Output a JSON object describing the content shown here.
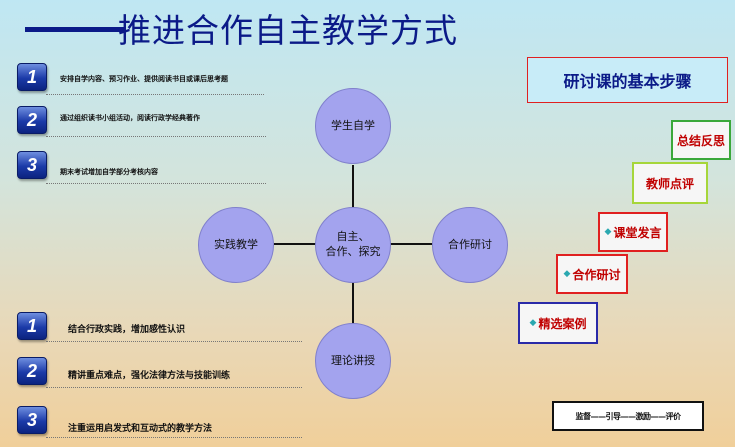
{
  "title": "推进合作自主教学方式",
  "top_list": [
    {
      "num": "1",
      "text": "安排自学内容、预习作业、提供阅读书目或课后思考题"
    },
    {
      "num": "2",
      "text": "通过组织读书小组活动，阅读行政学经典著作"
    },
    {
      "num": "3",
      "text": "期末考试增加自学部分考核内容"
    }
  ],
  "bottom_list": [
    {
      "num": "1",
      "text": "结合行政实践，增加感性认识"
    },
    {
      "num": "2",
      "text": "精讲重点难点，强化法律方法与技能训练"
    },
    {
      "num": "3",
      "text": "注重运用启发式和互动式的教学方法"
    }
  ],
  "diagram": {
    "center": "自主、\n合作、探究",
    "top": "学生自学",
    "left": "实践教学",
    "right": "合作研讨",
    "bottom": "理论讲授"
  },
  "steps": {
    "title": "研讨课的基本步骤",
    "items": [
      {
        "label": "总结反思",
        "diamond": false,
        "color": "#3aa83a"
      },
      {
        "label": "教师点评",
        "diamond": false,
        "color": "#a6d63a"
      },
      {
        "label": "课堂发言",
        "diamond": true,
        "color": "#e02020"
      },
      {
        "label": "合作研讨",
        "diamond": true,
        "color": "#e02020"
      },
      {
        "label": "精选案例",
        "diamond": true,
        "color": "#2a2aa8"
      }
    ],
    "diamond_glyph": "◆"
  },
  "bottom_box": "监督——引导——激励——评价"
}
